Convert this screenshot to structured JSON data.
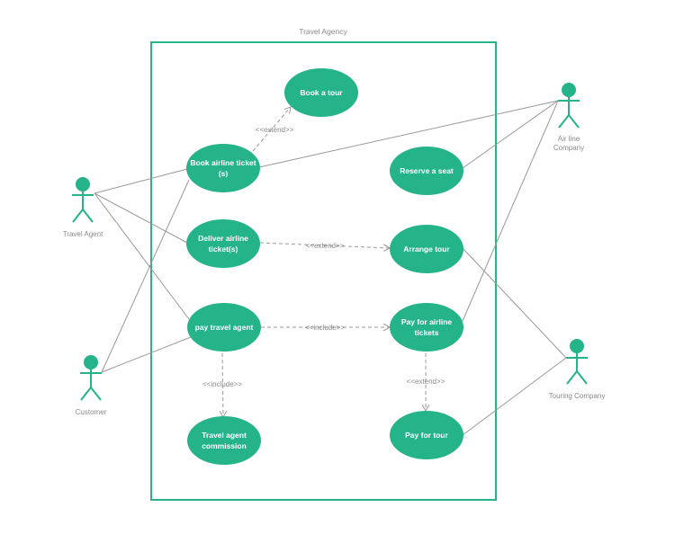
{
  "system": {
    "title": "Travel Agency"
  },
  "colors": {
    "usecase_fill": "#25b38a",
    "boundary": "#25b38a",
    "actor": "#25b38a",
    "line": "#999999",
    "text_muted": "#8a8a8a"
  },
  "actors": {
    "travel_agent": "Travel Agent",
    "customer": "Customer",
    "airline_company_line1": "Air line",
    "airline_company_line2": "Company",
    "touring_company": "Touring Company"
  },
  "usecases": {
    "book_tour": [
      "Book a tour"
    ],
    "book_airline_ticket": [
      "Book airline ticket",
      "(s)"
    ],
    "deliver_airline_ticket": [
      "Deliver airline",
      "ticket(s)"
    ],
    "pay_travel_agent": [
      "pay travel agent"
    ],
    "travel_agent_commission": [
      "Travel agent",
      "commission"
    ],
    "reserve_seat": [
      "Reserve a seat"
    ],
    "arrange_tour": [
      "Arrange tour"
    ],
    "pay_airline_tickets": [
      "Pay for airline",
      "tickets"
    ],
    "pay_tour": [
      "Pay for tour"
    ]
  },
  "relations": {
    "extend_book_tour": "<<extend>>",
    "extend_arrange_tour": "<<extend>>",
    "include_pay_airline": "<<include>>",
    "include_commission": "<<include>>",
    "extend_pay_tour": "<<extend>>"
  }
}
